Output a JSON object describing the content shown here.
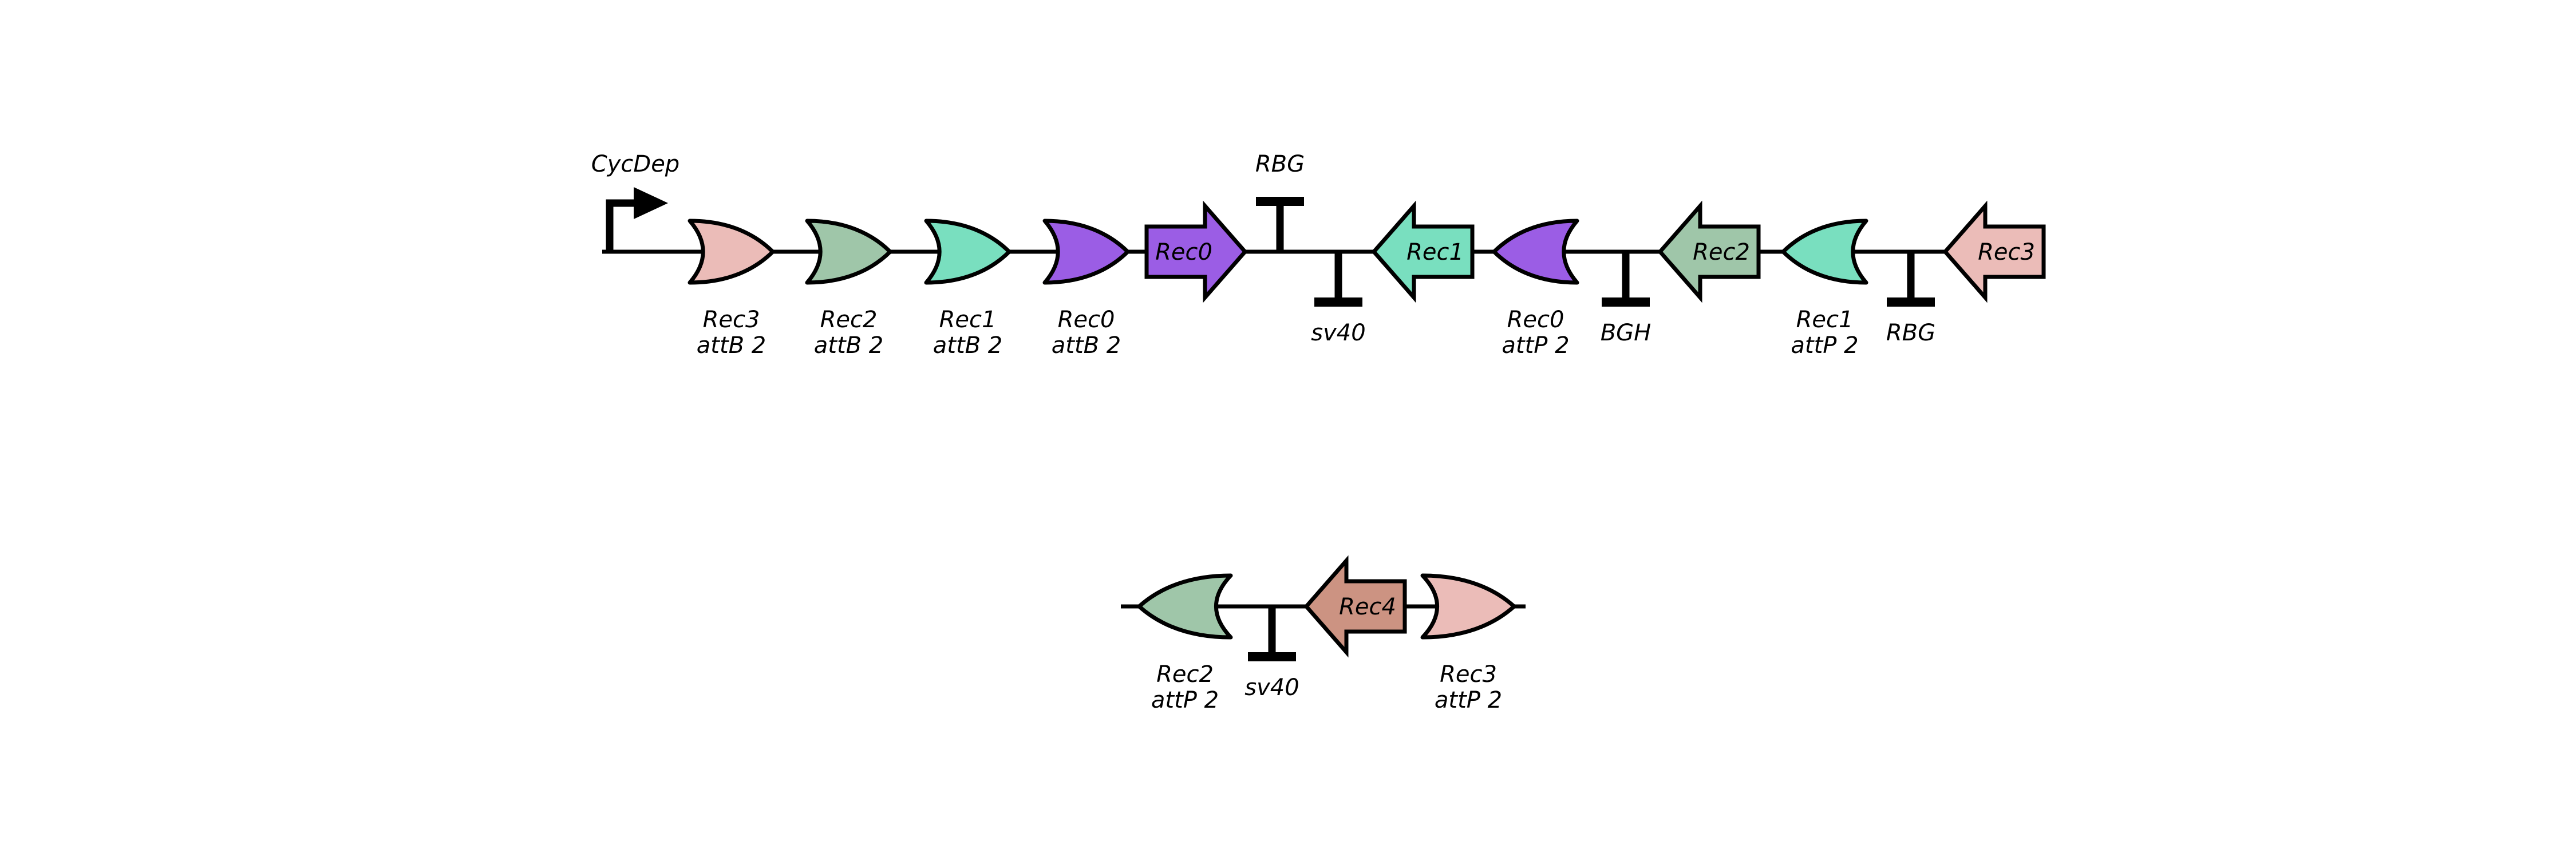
{
  "colors": {
    "stroke": "#000000",
    "rec0": "#9b5de5",
    "rec1": "#79dfbf",
    "rec2": "#9fc6a9",
    "rec3": "#ebbcb8",
    "rec4": "#cc9382"
  },
  "constructs": [
    {
      "id": "construct-1",
      "parts": [
        {
          "type": "promoter",
          "label": "CycDep",
          "name": "promoter-cycdep"
        },
        {
          "type": "site",
          "label": "Rec3\nattB 2",
          "color": "rec3",
          "name": "site-rec3-attb2"
        },
        {
          "type": "site",
          "label": "Rec2\nattB 2",
          "color": "rec2",
          "name": "site-rec2-attb2"
        },
        {
          "type": "site",
          "label": "Rec1\nattB 2",
          "color": "rec1",
          "name": "site-rec1-attb2"
        },
        {
          "type": "site",
          "label": "Rec0\nattB 2",
          "color": "rec0",
          "name": "site-rec0-attb2"
        },
        {
          "type": "cds",
          "label": "Rec0",
          "color": "rec0",
          "name": "cds-rec0"
        },
        {
          "type": "terminator",
          "label": "RBG",
          "name": "terminator-rbg-1"
        },
        {
          "type": "terminator_rev",
          "label": "sv40",
          "name": "terminator-sv40-1"
        },
        {
          "type": "cds_rev",
          "label": "Rec1",
          "color": "rec1",
          "name": "cds-rec1"
        },
        {
          "type": "site_rev",
          "label": "Rec0\nattP 2",
          "color": "rec0",
          "name": "site-rec0-attp2"
        },
        {
          "type": "terminator_rev",
          "label": "BGH",
          "name": "terminator-bgh"
        },
        {
          "type": "cds_rev",
          "label": "Rec2",
          "color": "rec2",
          "name": "cds-rec2"
        },
        {
          "type": "site_rev",
          "label": "Rec1\nattP 2",
          "color": "rec1",
          "name": "site-rec1-attp2"
        },
        {
          "type": "terminator_rev",
          "label": "RBG",
          "name": "terminator-rbg-2"
        },
        {
          "type": "cds_rev",
          "label": "Rec3",
          "color": "rec3",
          "name": "cds-rec3"
        }
      ]
    },
    {
      "id": "construct-2",
      "parts": [
        {
          "type": "site_rev",
          "label": "Rec2\nattP 2",
          "color": "rec2",
          "name": "site-rec2-attp2"
        },
        {
          "type": "terminator_rev",
          "label": "sv40",
          "name": "terminator-sv40-2"
        },
        {
          "type": "cds_rev",
          "label": "Rec4",
          "color": "rec4",
          "name": "cds-rec4"
        },
        {
          "type": "site",
          "label": "Rec3\nattP 2",
          "color": "rec3",
          "name": "site-rec3-attp2"
        }
      ]
    }
  ]
}
